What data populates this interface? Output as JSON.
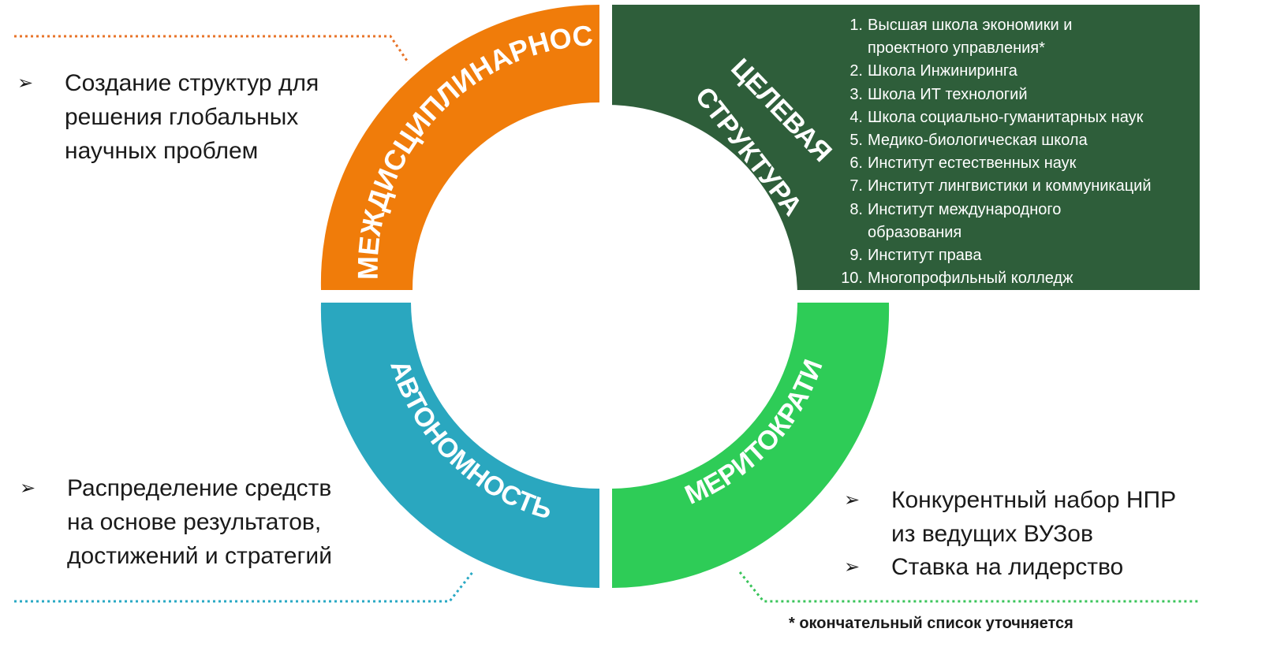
{
  "colors": {
    "orange": "#F07C0A",
    "dark_green": "#2E5E3A",
    "teal": "#2AA7BF",
    "bright_green": "#2ECC57",
    "orange_dotted": "#E8742A",
    "teal_dotted": "#29A9C4",
    "green_dotted": "#39C45A"
  },
  "segments": {
    "orange": "МЕЖДИСЦИПЛИНАРНОСТЬ",
    "dark_green_line1": "ЦЕЛЕВАЯ",
    "dark_green_line2": "СТРУКТУРА",
    "teal": "АВТОНОМНОСТЬ",
    "bright_green": "МЕРИТОКРАТИЯ"
  },
  "bullets": {
    "top_left": "Создание структур для\nрешения глобальных\nнаучных проблем",
    "bottom_left": "Распределение средств\nна основе результатов,\nдостижений и стратегий",
    "bottom_right_1": "Конкурентный набор НПР\nиз ведущих ВУЗов",
    "bottom_right_2": "Ставка на лидерство"
  },
  "list": [
    {
      "num": "1.",
      "text": "Высшая школа экономики и\nпроектного управления*"
    },
    {
      "num": "2.",
      "text": "Школа Инжиниринга"
    },
    {
      "num": "3.",
      "text": "Школа ИТ технологий"
    },
    {
      "num": "4.",
      "text": "Школа социально-гуманитарных наук"
    },
    {
      "num": "5.",
      "text": "Медико-биологическая школа"
    },
    {
      "num": "6.",
      "text": "Институт естественных наук"
    },
    {
      "num": "7.",
      "text": "Институт лингвистики и коммуникаций"
    },
    {
      "num": "8.",
      "text": "Институт международного\nобразования"
    },
    {
      "num": "9.",
      "text": "Институт права"
    },
    {
      "num": "10.",
      "text": "Многопрофильный колледж"
    }
  ],
  "footnote": "* окончательный список уточняется"
}
